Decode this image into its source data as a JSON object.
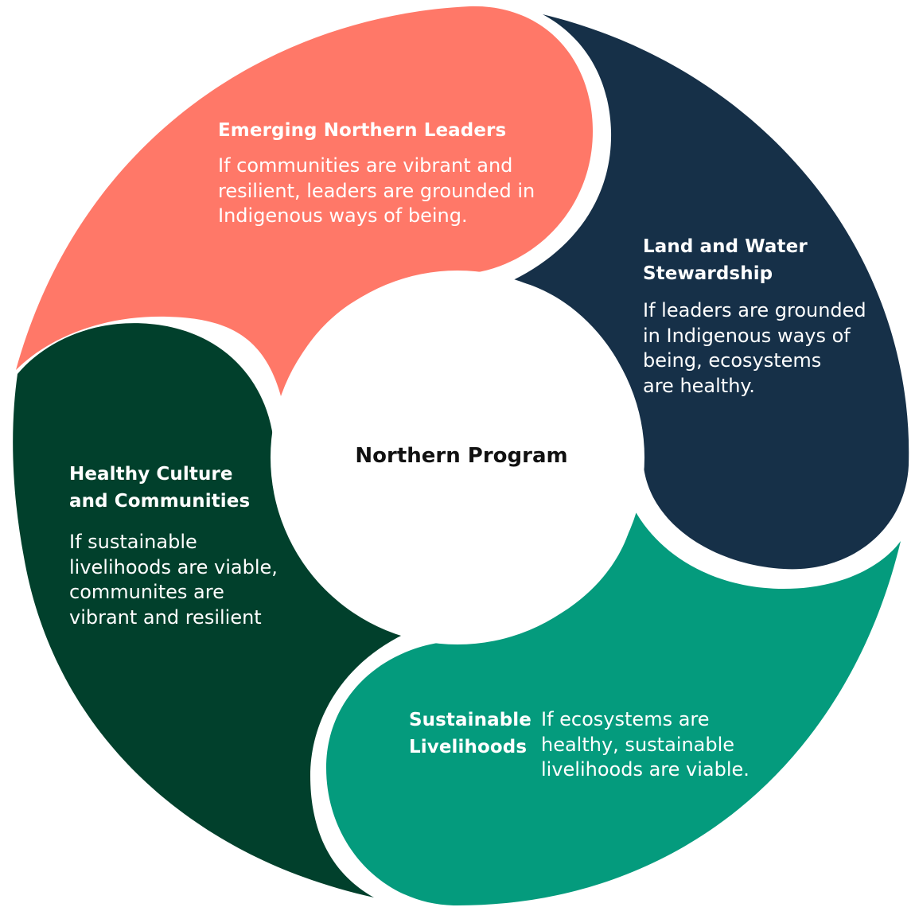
{
  "center": {
    "title": "Northern Program"
  },
  "segments": {
    "emerging": {
      "title": "Emerging Northern Leaders",
      "text": "If communities are vibrant and\nresilient, leaders are grounded in\nIndigenous ways of being."
    },
    "land": {
      "title": "Land and Water\nStewardship",
      "text": "If leaders are grounded\nin Indigenous ways of\nbeing, ecosystems\nare healthy."
    },
    "livelihoods": {
      "title": "Sustainable\nLivelihoods",
      "text": "If ecosystems are\nhealthy, sustainable\nlivelihoods are viable."
    },
    "culture": {
      "title": "Healthy Culture\nand Communities",
      "text": "If sustainable\nlivelihoods are viable,\ncommunites are\nvibrant and resilient"
    }
  },
  "colors": {
    "emerging": "#FF7868",
    "land": "#163048",
    "livelihoods": "#049B7D",
    "culture": "#01402C",
    "center": "#FFFFFF"
  }
}
